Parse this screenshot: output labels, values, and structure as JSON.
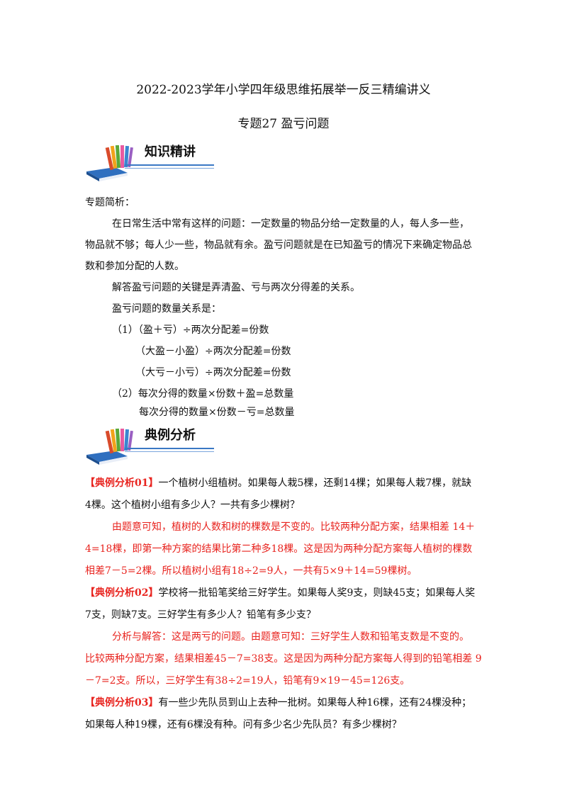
{
  "doc": {
    "title": "2022-2023学年小学四年级思维拓展举一反三精编讲义",
    "subtitle": "专题27  盈亏问题"
  },
  "sections": {
    "knowledge": "知识精讲",
    "examples": "典例分析"
  },
  "intro": {
    "label": "专题简析：",
    "p1_l1": "在日常生活中常有这样的问题：一定数量的物品分给一定数量的人，每人多一些，",
    "p1_l2": "物品就不够；每人少一些，物品就有余。盈亏问题就是在已知盈亏的情况下来确定物品总",
    "p1_l3": "数和参加分配的人数。",
    "p2": "解答盈亏问题的关键是弄清盈、亏与两次分得差的关系。",
    "p3": "盈亏问题的数量关系是：",
    "f1": "（1）（盈＋亏）÷两次分配差=份数",
    "f2": "（大盈－小盈）÷两次分配差=份数",
    "f3": "（大亏－小亏）÷两次分配差=份数",
    "f4": "（2）每次分得的数量×份数＋盈=总数量",
    "f5": "每次分得的数量×份数－亏=总数量"
  },
  "examples": [
    {
      "tag": "【典例分析01】",
      "q_l1": "一个植树小组植树。如果每人栽5棵，还剩14棵；如果每人栽7棵，就缺",
      "q_l2": "4棵。这个植树小组有多少人？一共有多少棵树？",
      "a_l1": "由题意可知，植树的人数和树的棵数是不变的。比较两种分配方案，结果相差 14＋",
      "a_l2": "4=18棵，即第一种方案的结果比第二种多18棵。这是因为两种分配方案每人植树的棵数",
      "a_l3": "相差7－5=2棵。所以植树小组有18÷2=9人，一共有5×9＋14=59棵树。"
    },
    {
      "tag": "【典例分析02】",
      "q_l1": "学校将一批铅笔奖给三好学生。如果每人奖9支，则缺45支；如果每人奖",
      "q_l2": "7支，则缺7支。三好学生有多少人？铅笔有多少支？",
      "a_l1": "分析与解答：这是两亏的问题。由题意可知：三好学生人数和铅笔支数是不变的。",
      "a_l2": "比较两种分配方案，结果相差45－7=38支。这是因为两种分配方案每人得到的铅笔相差 9",
      "a_l3": "－7=2支。所以，三好学生有38÷2=19人，铅笔有9×19－45=126支。"
    },
    {
      "tag": "【典例分析03】",
      "q_l1": "有一些少先队员到山上去种一批树。如果每人种16棵，还有24棵没种；",
      "q_l2": "如果每人种19棵，还有6棵没有种。问有多少名少先队员？有多少棵树？"
    }
  ]
}
